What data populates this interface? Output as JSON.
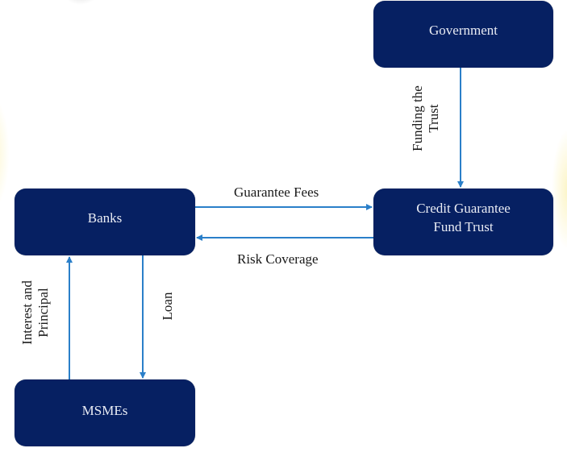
{
  "diagram": {
    "nodes": {
      "government": "Government",
      "banks": "Banks",
      "cgft_line1": "Credit Guarantee",
      "cgft_line2": "Fund Trust",
      "msmes": "MSMEs"
    },
    "edges": {
      "funding_line1": "Funding the",
      "funding_line2": "Trust",
      "guarantee_fees": "Guarantee Fees",
      "risk_coverage": "Risk Coverage",
      "loan": "Loan",
      "repay_line1": "Interest and",
      "repay_line2": "Principal"
    },
    "colors": {
      "node_fill": "#062062",
      "arrow": "#2a7fc9"
    }
  }
}
